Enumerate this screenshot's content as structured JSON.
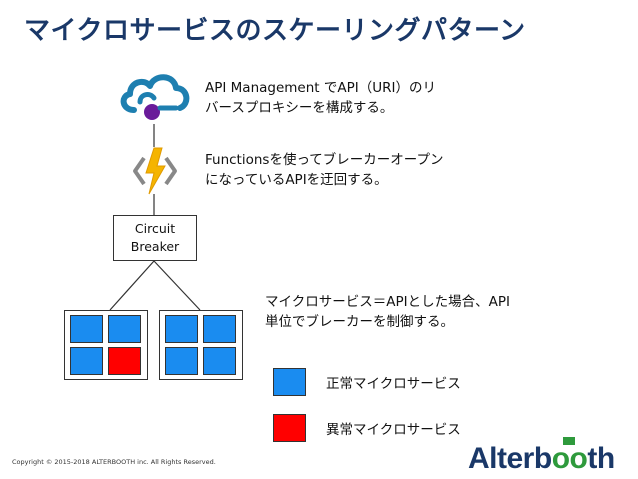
{
  "title": "マイクロサービスのスケーリングパターン",
  "notes": {
    "api_management": [
      "API Management でAPI（URI）のリ",
      "バースプロキシーを構成する。"
    ],
    "functions": [
      "Functionsを使ってブレーカーオープン",
      "になっているAPIを迂回する。"
    ],
    "microservice": [
      "マイクロサービス＝APIとした場合、API",
      "単位でブレーカーを制御する。"
    ]
  },
  "circuit_breaker": [
    "Circuit",
    "Breaker"
  ],
  "groups": [
    {
      "cells": [
        "normal",
        "normal",
        "normal",
        "abnormal"
      ]
    },
    {
      "cells": [
        "normal",
        "normal",
        "normal",
        "normal"
      ]
    }
  ],
  "legend": [
    {
      "label": "正常マイクロサービス",
      "color": "#1a8cf0"
    },
    {
      "label": "異常マイクロサービス",
      "color": "#ff0000"
    }
  ],
  "colors": {
    "normal": "#1a8cf0",
    "abnormal": "#ff0000",
    "title": "#1a3868",
    "brand_green": "#2e9a3c",
    "brand_blue": "#1a3868"
  },
  "icons": {
    "api_management": "cloud-gear-icon",
    "functions": "azure-functions-icon"
  },
  "brand": {
    "logo_text": "Alterbooth"
  },
  "copyright": "Copyright © 2015-2018 ALTERBOOTH inc. All Rights Reserved."
}
